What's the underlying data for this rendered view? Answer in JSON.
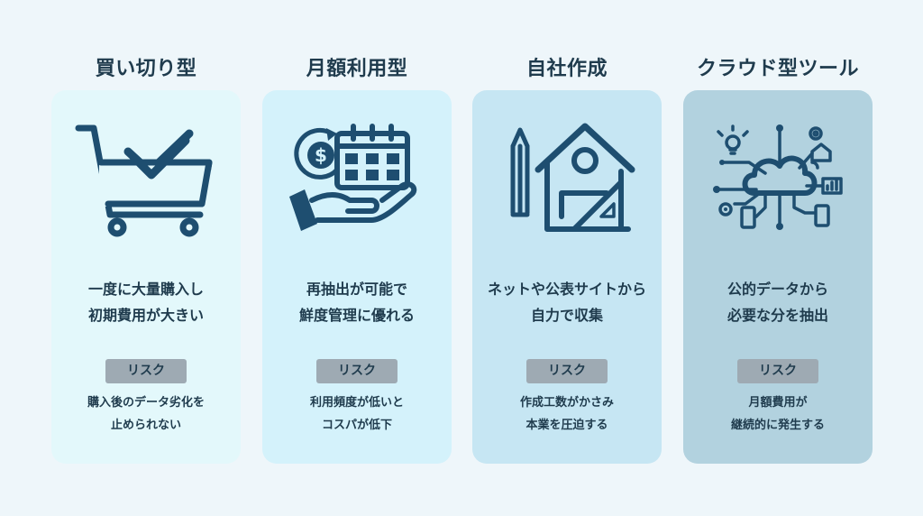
{
  "columns": [
    {
      "title": "買い切り型",
      "card_color": "#e3f8fb",
      "icon": "shopping-cart-check-icon",
      "description": [
        "一度に大量購入し",
        "初期費用が大きい"
      ],
      "risk_label": "リスク",
      "risk_text": [
        "購入後のデータ劣化を",
        "止められない"
      ]
    },
    {
      "title": "月額利用型",
      "card_color": "#d4f2fb",
      "icon": "hand-calendar-dollar-icon",
      "description": [
        "再抽出が可能で",
        "鮮度管理に優れる"
      ],
      "risk_label": "リスク",
      "risk_text": [
        "利用頻度が低いと",
        "コスパが低下"
      ]
    },
    {
      "title": "自社作成",
      "card_color": "#c6e6f3",
      "icon": "house-design-tools-icon",
      "description": [
        "ネットや公表サイトから",
        "自力で収集"
      ],
      "risk_label": "リスク",
      "risk_text": [
        "作成工数がかさみ",
        "本業を圧迫する"
      ]
    },
    {
      "title": "クラウド型ツール",
      "card_color": "#b2d2df",
      "icon": "cloud-network-icon",
      "description": [
        "公的データから",
        "必要な分を抽出"
      ],
      "risk_label": "リスク",
      "risk_text": [
        "月額費用が",
        "継続的に発生する"
      ]
    }
  ]
}
